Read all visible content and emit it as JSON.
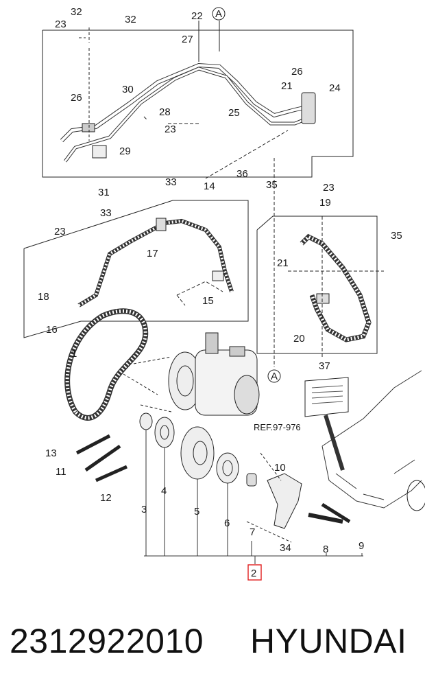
{
  "callouts": {
    "n1": "1",
    "n2": "2",
    "n3": "3",
    "n4": "4",
    "n5": "5",
    "n6": "6",
    "n7": "7",
    "n8": "8",
    "n9": "9",
    "n10": "10",
    "n11": "11",
    "n12": "12",
    "n13": "13",
    "n14": "14",
    "n15": "15",
    "n16": "16",
    "n17": "17",
    "n18": "18",
    "n19": "19",
    "n20": "20",
    "n21a": "21",
    "n21b": "21",
    "n22": "22",
    "n23a": "23",
    "n23b": "23",
    "n23c": "23",
    "n23d": "23",
    "n24": "24",
    "n25": "25",
    "n26a": "26",
    "n26b": "26",
    "n27": "27",
    "n28": "28",
    "n29": "29",
    "n30": "30",
    "n31": "31",
    "n32a": "32",
    "n32b": "32",
    "n33a": "33",
    "n33b": "33",
    "n34": "34",
    "n35a": "35",
    "n35b": "35",
    "n36": "36",
    "n37": "37",
    "refA1": "A",
    "refA2": "A",
    "ref": "REF.97-976"
  },
  "highlight_color": "#e02020",
  "footer": {
    "part_number": "2312922010",
    "brand": "HYUNDAI"
  }
}
